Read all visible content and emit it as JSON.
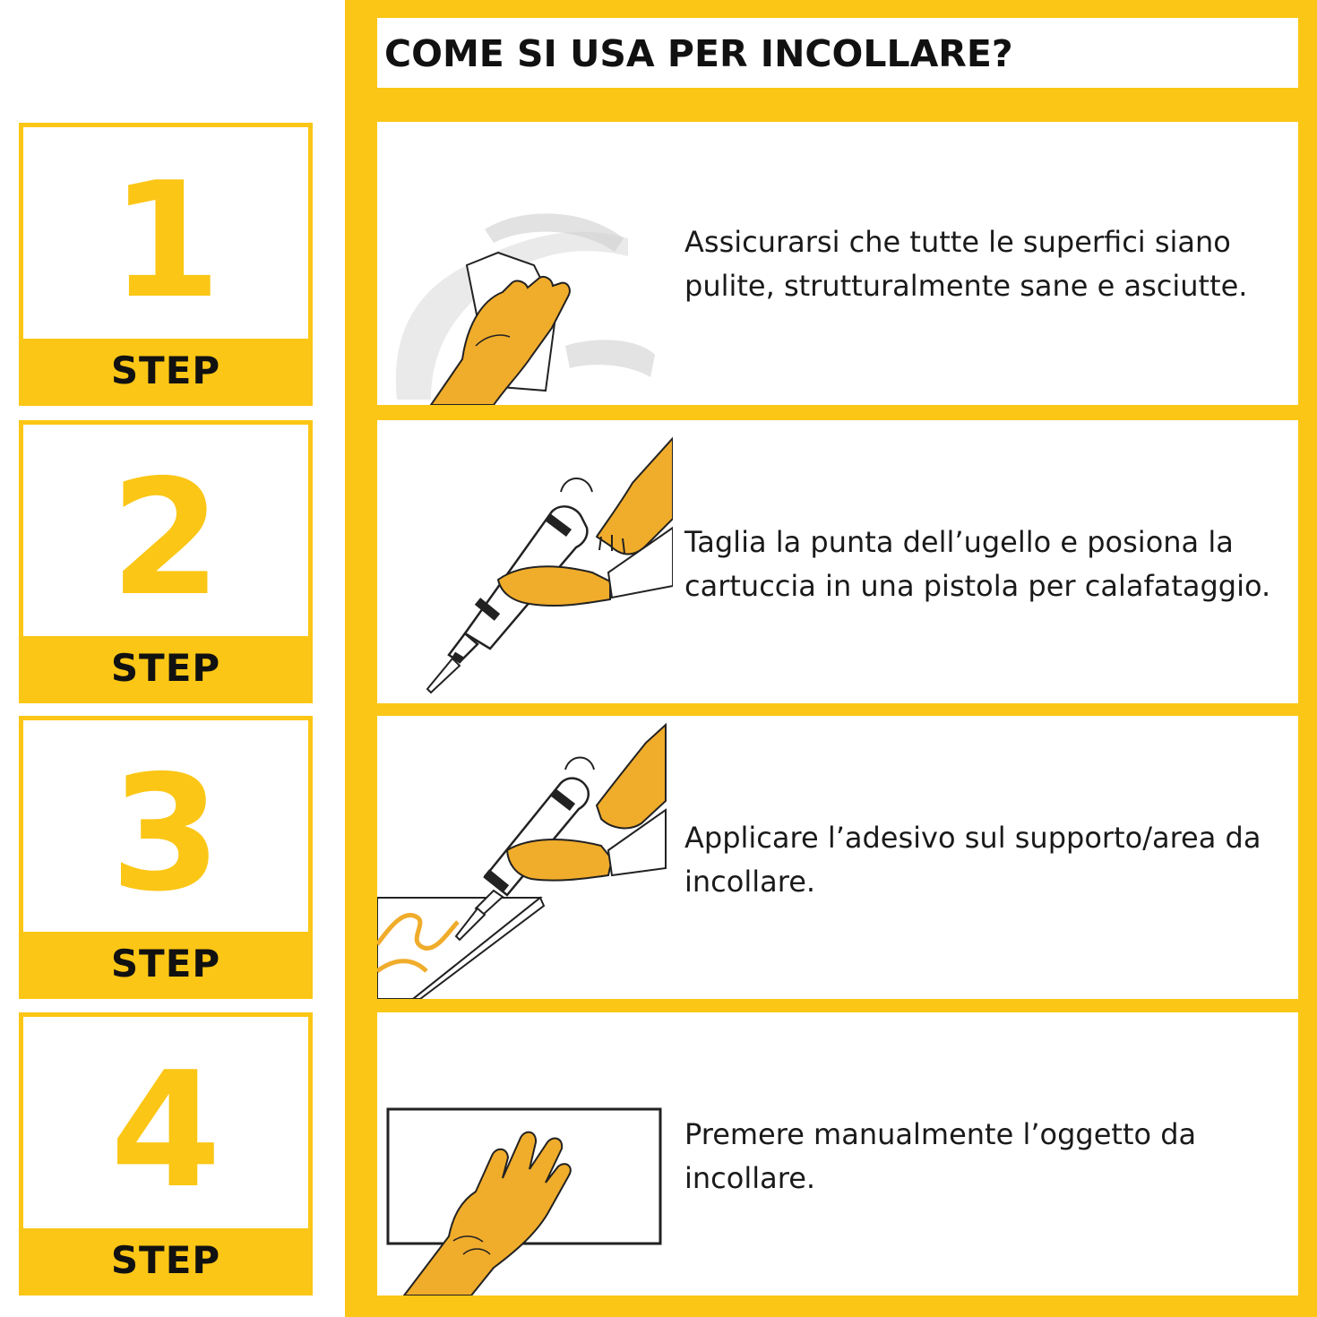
{
  "colors": {
    "accent": "#fbc615",
    "text": "#111111",
    "background": "#ffffff"
  },
  "header": {
    "title": "COME SI USA PER INCOLLARE?"
  },
  "steps": [
    {
      "number": "1",
      "label": "STEP",
      "icon": "hand-wiping-surface-icon",
      "lines": [
        "Assicurarsi che tutte le superfici siano",
        "pulite, strutturalmente sane e asciutte."
      ]
    },
    {
      "number": "2",
      "label": "STEP",
      "icon": "caulking-gun-loading-icon",
      "lines": [
        "Taglia la punta dell’ugello e posiona la",
        "cartuccia in una pistola per calafataggio."
      ]
    },
    {
      "number": "3",
      "label": "STEP",
      "icon": "caulking-gun-applying-icon",
      "lines": [
        "Applicare l’adesivo sul supporto/area da",
        "incollare."
      ]
    },
    {
      "number": "4",
      "label": "STEP",
      "icon": "hand-pressing-object-icon",
      "lines": [
        "Premere manualmente l’oggetto da",
        "incollare."
      ]
    }
  ]
}
